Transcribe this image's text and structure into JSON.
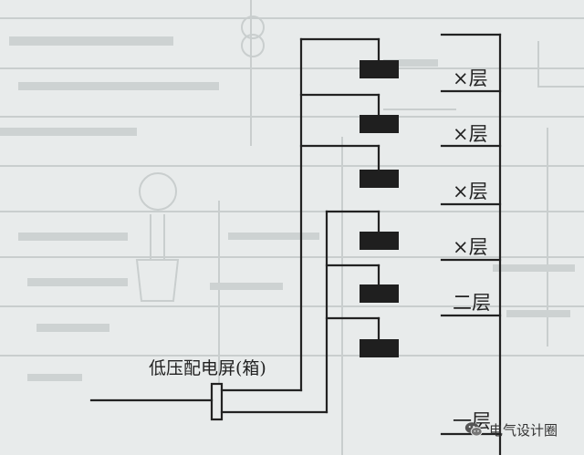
{
  "panel_label": "低压配电屏(箱)",
  "floors": [
    "×层",
    "×层",
    "×层",
    "×层",
    "二层",
    "一层"
  ],
  "watermark": "电气设计圈"
}
